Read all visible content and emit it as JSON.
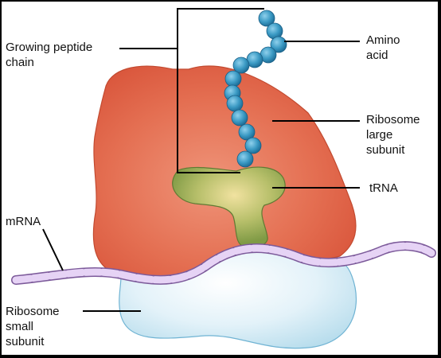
{
  "labels": {
    "growing_peptide_chain": "Growing peptide\nchain",
    "amino_acid": "Amino\nacid",
    "ribosome_large_subunit": "Ribosome\nlarge\nsubunit",
    "trna": "tRNA",
    "mrna": "mRNA",
    "ribosome_small_subunit": "Ribosome\nsmall\nsubunit"
  },
  "colors": {
    "large_subunit": "#e26a4f",
    "small_subunit": "#d6ecf6",
    "trna": "#9fae5b",
    "amino_acid_bead": "#3b9ac4",
    "mrna": "#c9a9e3"
  }
}
